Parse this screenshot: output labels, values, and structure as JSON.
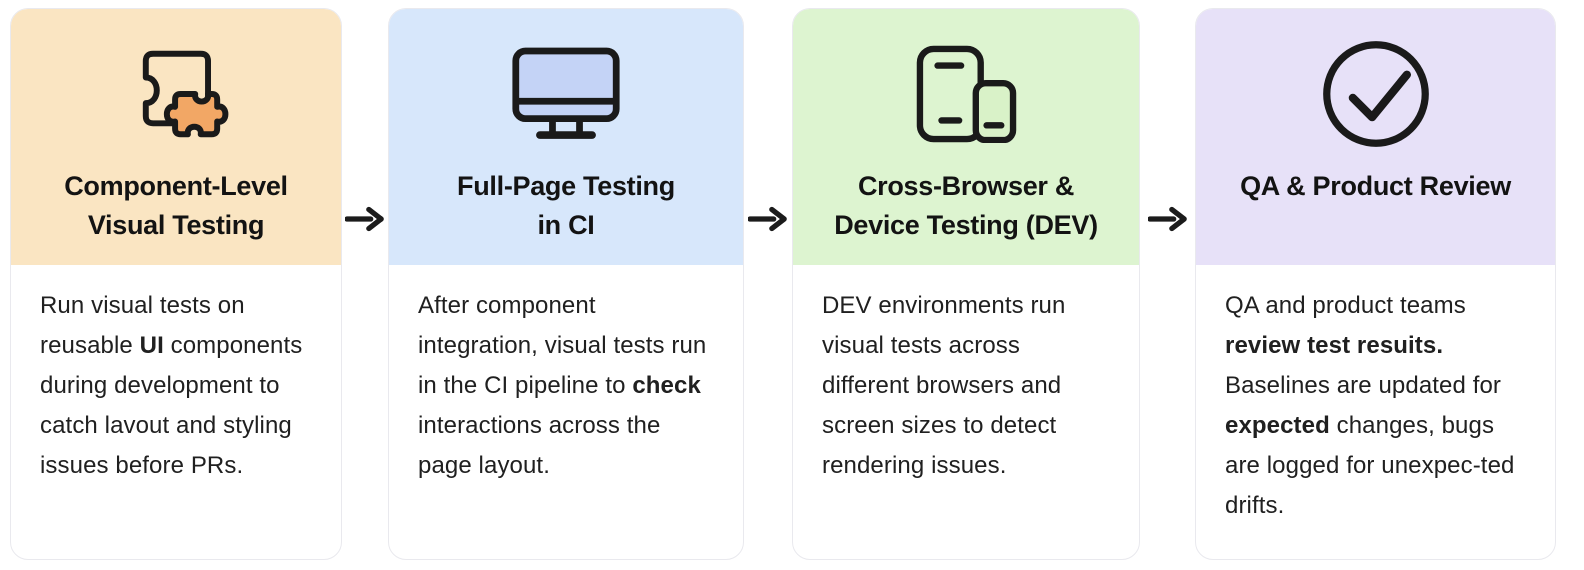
{
  "diagram": {
    "name": "visual-testing-workflow",
    "arrow_color": "#1b1b1b",
    "stroke_color": "#1a1a1a",
    "cards": [
      {
        "icon": "puzzle-icon",
        "title_lines": [
          "Component-Level",
          "Visual Testing"
        ],
        "colors": {
          "header_bg": "#FAE5C2",
          "icon_fill": "#F2A765"
        },
        "body": [
          {
            "t": "Run visual tests on reusable "
          },
          {
            "t": "UI",
            "b": true
          },
          {
            "t": " components during development to catch lavout and styling issues before PRs."
          }
        ]
      },
      {
        "icon": "monitor-icon",
        "title_lines": [
          "Full-Page Testing",
          "in CI"
        ],
        "colors": {
          "header_bg": "#D7E7FB",
          "icon_fill": "#C4D3F6"
        },
        "body": [
          {
            "t": "After component integration, visual tests run in the CI pipeline to "
          },
          {
            "t": "check",
            "b": true
          },
          {
            "t": " interactions across the page layout."
          }
        ]
      },
      {
        "icon": "phone-tablet-icon",
        "title_lines": [
          "Cross-Browser &",
          "Device Testing (DEV)"
        ],
        "colors": {
          "header_bg": "#DDF4D0",
          "icon_fill": "#D9F2C8"
        },
        "body": [
          {
            "t": "DEV environments run visual tests across different browsers and screen sizes to detect rendering issues."
          }
        ]
      },
      {
        "icon": "check-circle-icon",
        "title_lines": [
          "QA & Product Review"
        ],
        "colors": {
          "header_bg": "#E7E1F8",
          "icon_fill": "#E7E1F8"
        },
        "body": [
          {
            "t": "QA and product teams "
          },
          {
            "t": "review test resuits.",
            "b": true
          },
          {
            "t": " Baselines are updated for "
          },
          {
            "t": "expected",
            "b": true
          },
          {
            "t": " changes, bugs are logged for unexpec-ted drifts."
          }
        ]
      }
    ]
  }
}
